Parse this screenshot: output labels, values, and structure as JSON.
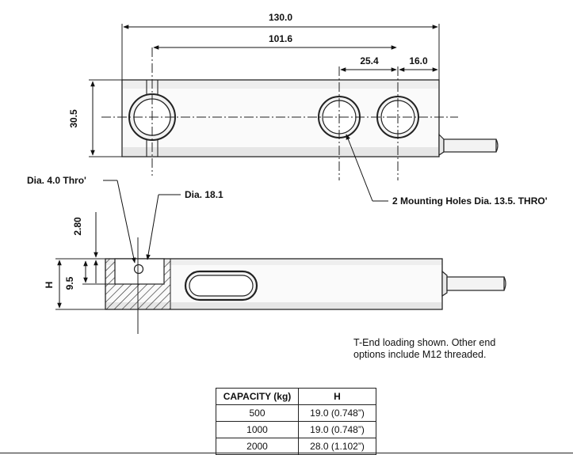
{
  "dimensions": {
    "overall_length": "130.0",
    "hole_spacing": "101.6",
    "mount_spacing": "25.4",
    "end_offset": "16.0",
    "height": "30.5",
    "depth": "2.80",
    "bottom_thickness": "9.5",
    "h_label": "H"
  },
  "callouts": {
    "small_hole": "Dia. 4.0 Thro'",
    "counterbore": "Dia. 18.1",
    "mounting_holes": "2 Mounting Holes Dia. 13.5. THRO'"
  },
  "note": {
    "line1": "T-End loading shown. Other end",
    "line2": "options include M12 threaded."
  },
  "capacity_table": {
    "headers": [
      "CAPACITY (kg)",
      "H"
    ],
    "rows": [
      [
        "500",
        "19.0 (0.748”)"
      ],
      [
        "1000",
        "19.0 (0.748”)"
      ],
      [
        "2000",
        "28.0 (1.102”)"
      ]
    ]
  }
}
